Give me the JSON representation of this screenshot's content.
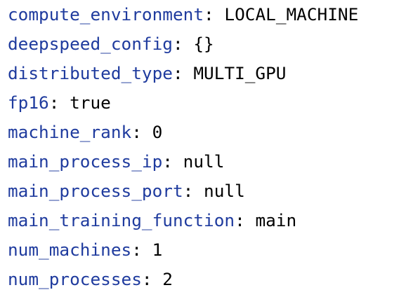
{
  "config": {
    "lines": [
      {
        "key": "compute_environment",
        "value": "LOCAL_MACHINE"
      },
      {
        "key": "deepspeed_config",
        "value": "{}"
      },
      {
        "key": "distributed_type",
        "value": "MULTI_GPU"
      },
      {
        "key": "fp16",
        "value": "true"
      },
      {
        "key": "machine_rank",
        "value": "0"
      },
      {
        "key": "main_process_ip",
        "value": "null"
      },
      {
        "key": "main_process_port",
        "value": "null"
      },
      {
        "key": "main_training_function",
        "value": "main"
      },
      {
        "key": "num_machines",
        "value": "1"
      },
      {
        "key": "num_processes",
        "value": "2"
      }
    ]
  },
  "colors": {
    "key": "#1f3b9e",
    "value": "#000000",
    "background": "#ffffff"
  }
}
